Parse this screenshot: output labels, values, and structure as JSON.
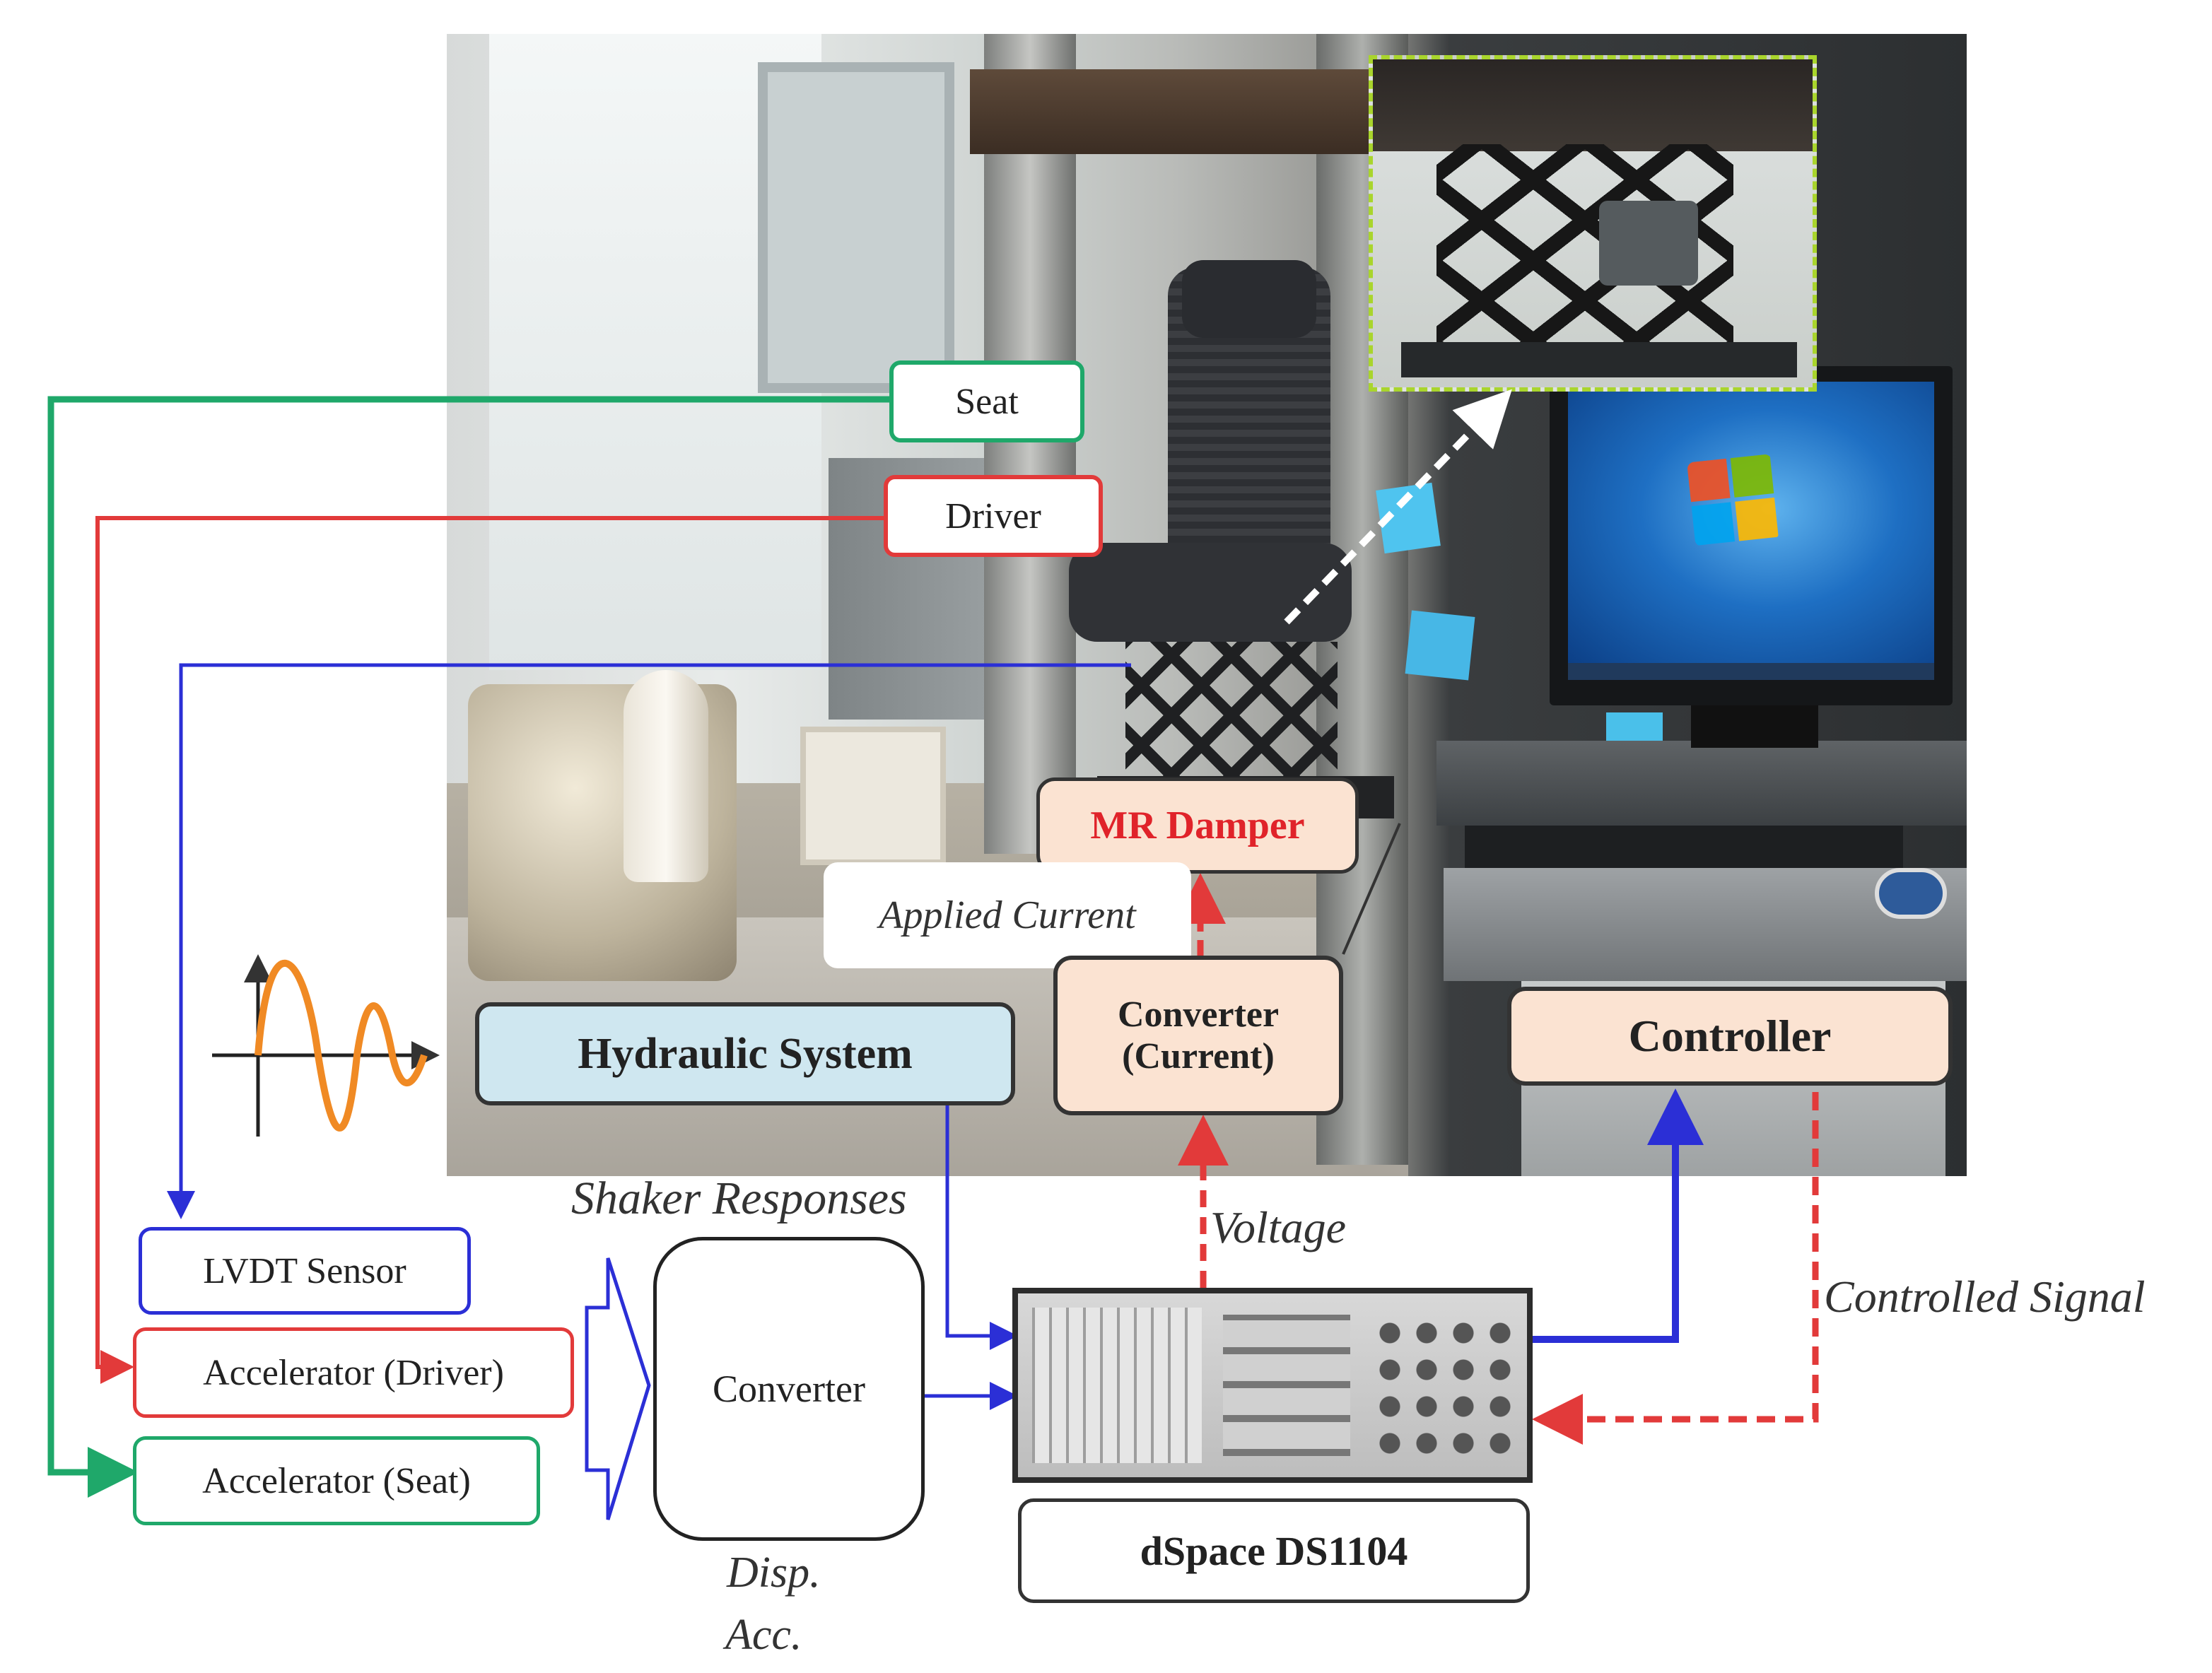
{
  "labels": {
    "seat": "Seat",
    "driver": "Driver",
    "mr_damper": "MR Damper",
    "applied_current": "Applied Current",
    "hydraulic_system": "Hydraulic System",
    "converter_current_line1": "Converter",
    "converter_current_line2": "(Current)",
    "controller": "Controller",
    "shaker_responses": "Shaker Responses",
    "voltage": "Voltage",
    "controlled_signal": "Controlled Signal",
    "lvdt_sensor": "LVDT Sensor",
    "accelerator_driver": "Accelerator (Driver)",
    "accelerator_seat": "Accelerator (Seat)",
    "converter": "Converter",
    "disp": "Disp.",
    "acc": "Acc.",
    "dspace": "dSpace DS1104"
  },
  "colors": {
    "green_line": "#1fa86a",
    "red_line": "#e23a3a",
    "blue_line": "#2b2fd6",
    "damper_text": "#e0232a",
    "hydraulic_fill": "#cfe7f0",
    "peach_fill": "#fbe3d2",
    "wave_orange": "#f08a24"
  }
}
